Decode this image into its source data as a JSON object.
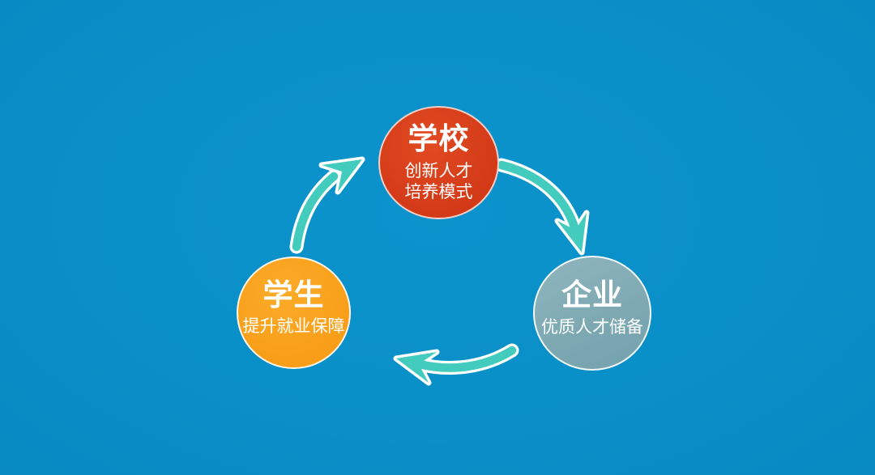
{
  "diagram": {
    "type": "cycle",
    "nodes": {
      "school": {
        "title": "学校",
        "subtitle_line1": "创新人才",
        "subtitle_line2": "培养模式",
        "color": "#d63d1a"
      },
      "enterprise": {
        "title": "企业",
        "subtitle": "优质人才储备",
        "color": "#7ea9b3"
      },
      "student": {
        "title": "学生",
        "subtitle": "提升就业保障",
        "color": "#f9a11c"
      }
    },
    "arrows": [
      {
        "name": "school-to-enterprise-arrow",
        "from": "学校",
        "to": "企业"
      },
      {
        "name": "enterprise-to-student-arrow",
        "from": "企业",
        "to": "学生"
      },
      {
        "name": "student-to-school-arrow",
        "from": "学生",
        "to": "学校"
      }
    ],
    "colors": {
      "background": "#0a8fc8",
      "arrow": "#43ccbd",
      "arrow_outline": "#ffffff",
      "text": "#ffffff"
    }
  }
}
